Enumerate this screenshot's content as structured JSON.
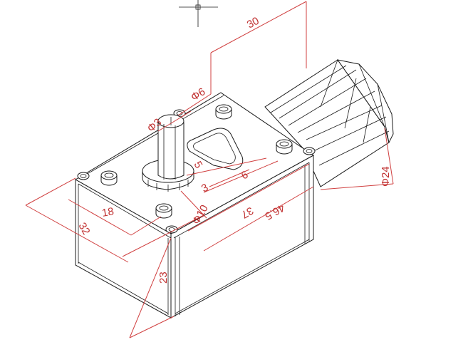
{
  "drawing": {
    "line_color": "#1a1a1a",
    "dimension_color": "#d04040",
    "dimensions": {
      "d30": "30",
      "d6": "Φ6",
      "d3": "Φ3",
      "d24": "Φ24",
      "d5": "5",
      "d3b": "3",
      "d6b": "6",
      "d37": "37",
      "d465": "46.5",
      "d10": "Φ10",
      "d18": "18",
      "d32": "32",
      "d23": "23"
    }
  }
}
